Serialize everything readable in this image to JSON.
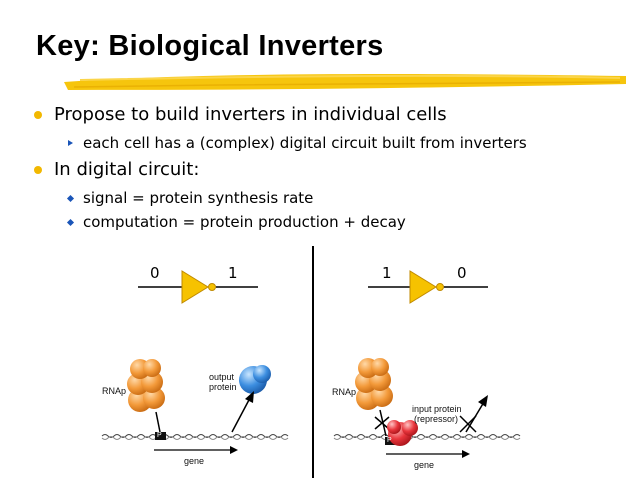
{
  "slide": {
    "title": "Key: Biological Inverters",
    "bullets": [
      {
        "text": "Propose to build inverters in individual cells",
        "sub": [
          "each cell has a (complex) digital circuit built from inverters"
        ]
      },
      {
        "text": "In digital circuit:",
        "sub": [
          "signal = protein synthesis rate",
          "computation = protein production + decay"
        ]
      }
    ]
  },
  "left_panel": {
    "in_value": "0",
    "out_value": "1",
    "rnap_label": "RNAp",
    "output_protein_label": [
      "output",
      "protein"
    ],
    "promoter_label": "P",
    "gene_label": "gene"
  },
  "right_panel": {
    "in_value": "1",
    "out_value": "0",
    "rnap_label": "RNAp",
    "input_protein_label": [
      "input protein",
      "(repressor)"
    ],
    "promoter_label": "P",
    "gene_label": "gene"
  },
  "colors": {
    "accent_yellow": "#f2b800",
    "gate_yellow": "#f6c200",
    "rnap_orange": "#f39a3a",
    "output_blue": "#3c8ee0",
    "repressor_red": "#e8353c",
    "bullet_blue": "#1a55b8"
  }
}
